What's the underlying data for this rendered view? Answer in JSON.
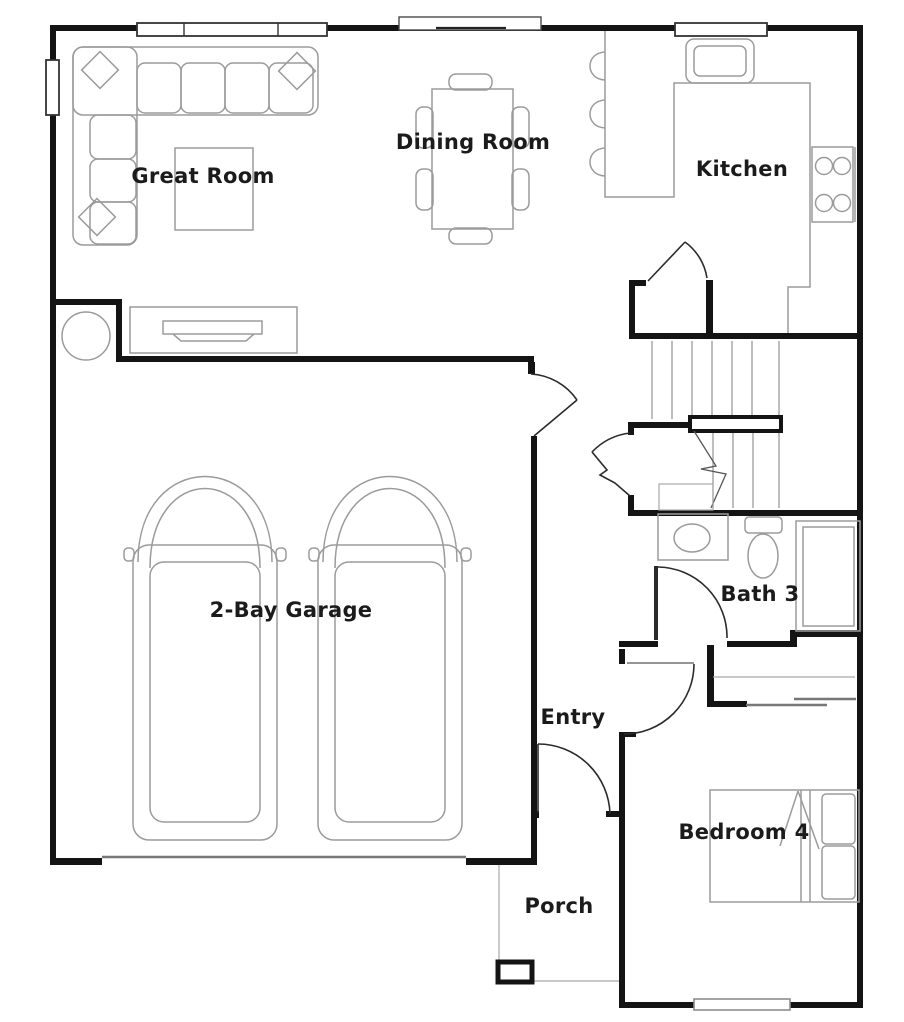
{
  "plan": {
    "title": "First floor residential floor plan",
    "labels": {
      "great_room": "Great Room",
      "dining_room": "Dining Room",
      "kitchen": "Kitchen",
      "garage": "2-Bay Garage",
      "entry": "Entry",
      "bath3": "Bath 3",
      "bedroom4": "Bedroom 4",
      "porch": "Porch"
    },
    "fixtures": [
      "sectional-sofa",
      "throw-pillows",
      "coffee-table",
      "media-console-fireplace",
      "dining-table-six-chairs",
      "kitchen-island-counter",
      "bar-stools",
      "kitchen-sink",
      "range-four-burners",
      "pantry-closet-door",
      "staircase-with-handrail",
      "two-cars",
      "garage-door-opening",
      "water-heater-circle",
      "bath-vanity-sink",
      "toilet",
      "shower",
      "coat-closet-sliding-doors",
      "bed-with-pillows",
      "windows",
      "front-door",
      "porch-column"
    ],
    "colors": {
      "wall": "#141414",
      "furniture_line": "#9b9b9b",
      "door_line": "#2b2b2b",
      "background": "#ffffff",
      "text": "#1b1b1b"
    }
  }
}
